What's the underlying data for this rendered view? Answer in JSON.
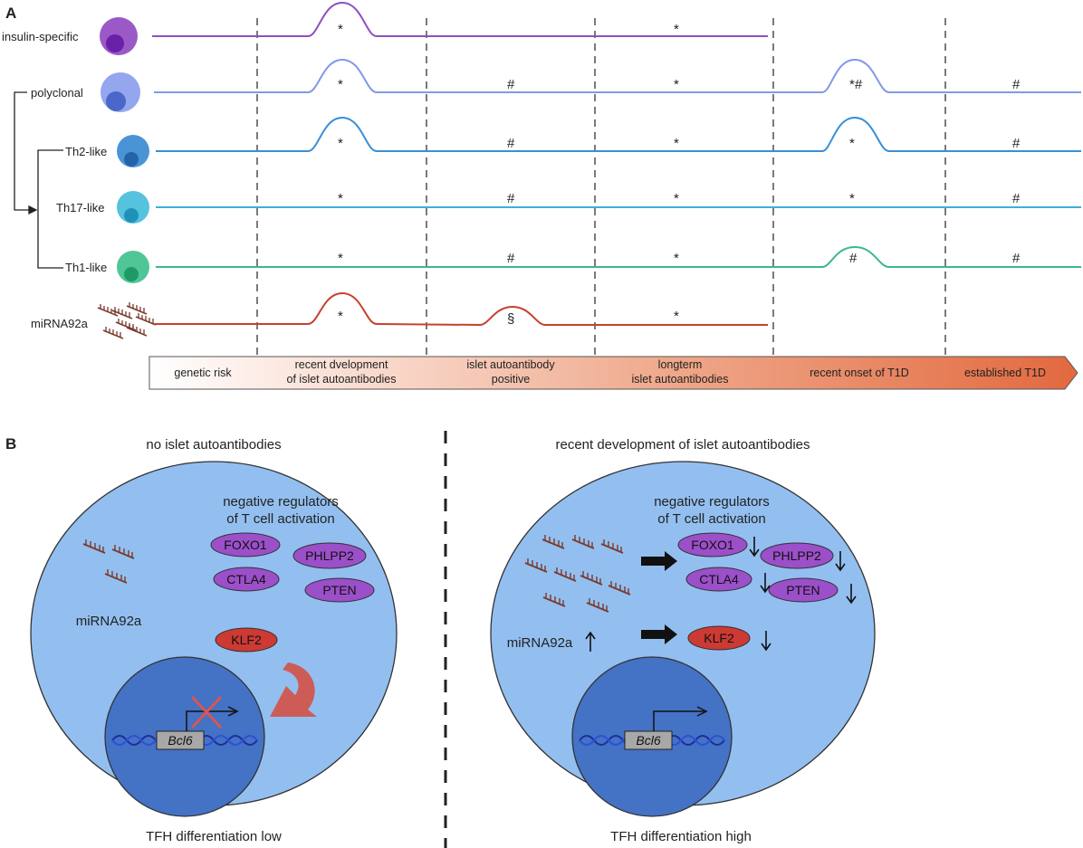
{
  "panel_a": {
    "letter": "A",
    "rows": [
      {
        "label": "insulin-specific",
        "color": "#8e4fc2"
      },
      {
        "label": "polyclonal",
        "color": "#7f98e6"
      },
      {
        "label": "Th2-like",
        "color": "#3a8fd6"
      },
      {
        "label": "Th17-like",
        "color": "#3bb0d9"
      },
      {
        "label": "Th1-like",
        "color": "#3cb98b"
      },
      {
        "label": "miRNA92a",
        "color": "#c8402e"
      }
    ],
    "symbols": {
      "r0": [
        "*",
        "*"
      ],
      "r1": [
        "*",
        "#",
        "*",
        "*#",
        "#"
      ],
      "r2": [
        "*",
        "#",
        "*",
        "*",
        "#"
      ],
      "r3": [
        "*",
        "#",
        "*",
        "*",
        "#"
      ],
      "r4": [
        "*",
        "#",
        "*",
        "#",
        "#"
      ],
      "r5": [
        "*",
        "§",
        "*"
      ]
    },
    "stages": [
      {
        "line1": "genetic risk",
        "line2": ""
      },
      {
        "line1": "recent dvelopment",
        "line2": "of islet autoantibodies"
      },
      {
        "line1": "islet autoantibody",
        "line2": "positive"
      },
      {
        "line1": "longterm",
        "line2": "islet autoantibodies"
      },
      {
        "line1": "recent onset of T1D",
        "line2": ""
      },
      {
        "line1": "established T1D",
        "line2": ""
      }
    ]
  },
  "panel_b": {
    "letter": "B",
    "left": {
      "title": "no islet autoantibodies",
      "regulators_line1": "negative regulators",
      "regulators_line2": "of T cell activation",
      "proteins": [
        "FOXO1",
        "PHLPP2",
        "CTLA4",
        "PTEN"
      ],
      "mirna": "miRNA92a",
      "klf2": "KLF2",
      "gene": "Bcl6",
      "caption": "TFH differentiation low"
    },
    "right": {
      "title": "recent development of islet autoantibodies",
      "regulators_line1": "negative regulators",
      "regulators_line2": "of T cell activation",
      "proteins": [
        "FOXO1",
        "PHLPP2",
        "CTLA4",
        "PTEN"
      ],
      "mirna": "miRNA92a",
      "klf2": "KLF2",
      "gene": "Bcl6",
      "caption": "TFH differentiation high"
    }
  },
  "colors": {
    "cell": "#93bff0",
    "nucleus": "#4472c4",
    "protein_purple": "#9b4fc9",
    "klf2_red": "#cc3a33",
    "mirna_brown": "#7a3a2c",
    "stage_start": "#ffffff",
    "stage_end": "#e2693f"
  }
}
